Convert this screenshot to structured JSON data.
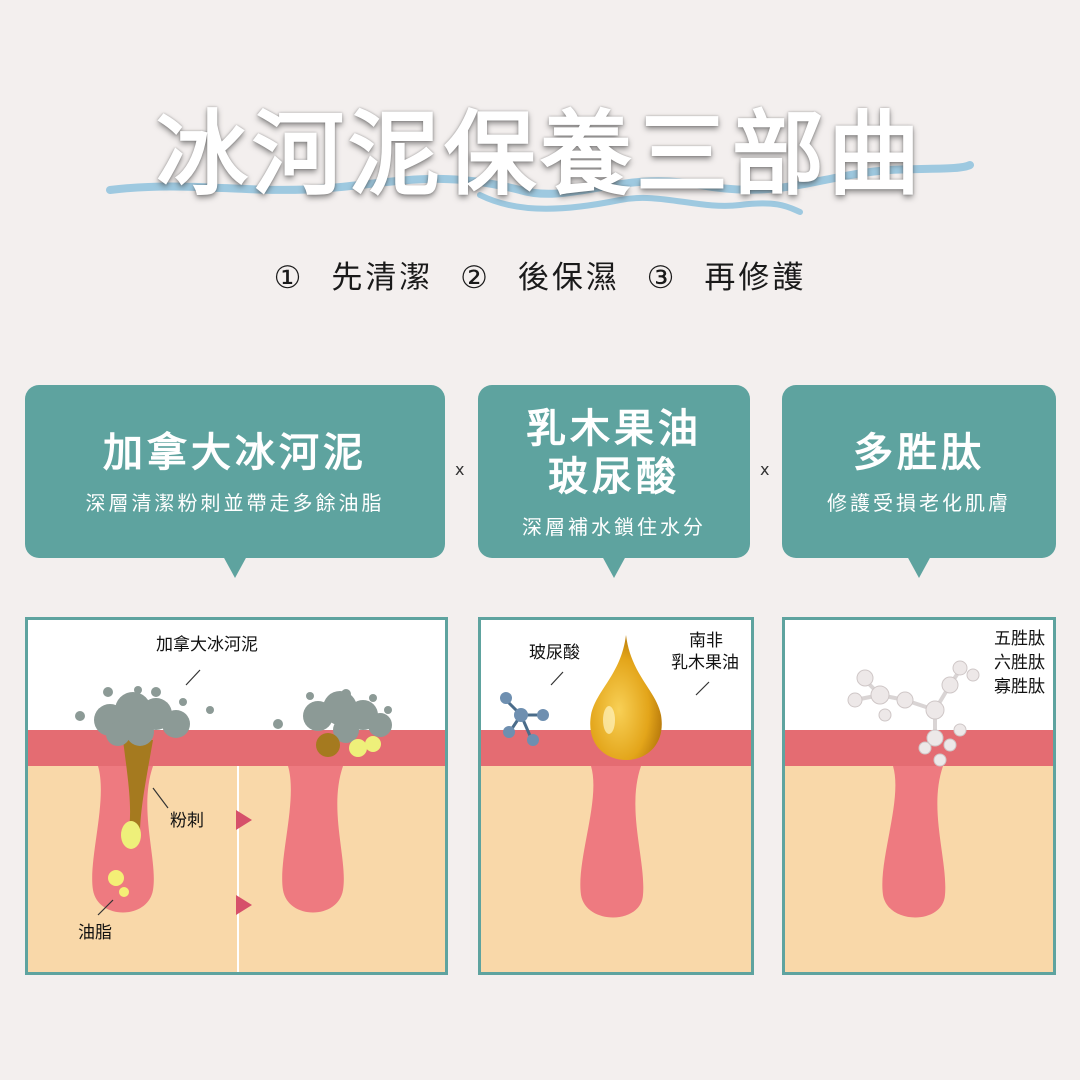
{
  "header": {
    "title": "冰河泥保養三部曲",
    "steps": "① 先清潔 ② 後保濕 ③ 再修護"
  },
  "cards": [
    {
      "title_lines": [
        "加拿大冰河泥"
      ],
      "desc": "深層清潔粉刺並帶走多餘油脂"
    },
    {
      "title_lines": [
        "乳木果油",
        "玻尿酸"
      ],
      "desc": "深層補水鎖住水分"
    },
    {
      "title_lines": [
        "多胜肽"
      ],
      "desc": "修護受損老化肌膚"
    }
  ],
  "separators": [
    "x",
    "x"
  ],
  "panels": [
    {
      "labels": {
        "mud": "加拿大冰河泥",
        "blackhead": "粉刺",
        "oil": "油脂"
      }
    },
    {
      "labels": {
        "hyaluronic": "玻尿酸",
        "shea_line1": "南非",
        "shea_line2": "乳木果油"
      }
    },
    {
      "labels": {
        "p1": "五胜肽",
        "p2": "六胜肽",
        "p3": "寡胜肽"
      }
    }
  ],
  "colors": {
    "background": "#f3efee",
    "teal": "#5ea39f",
    "skin_surface": "#e46c72",
    "skin_inner": "#f9d8a9",
    "follicle": "#ee7a80",
    "wave": "#9ec9e0",
    "oil_gold": "#e3a51a"
  }
}
